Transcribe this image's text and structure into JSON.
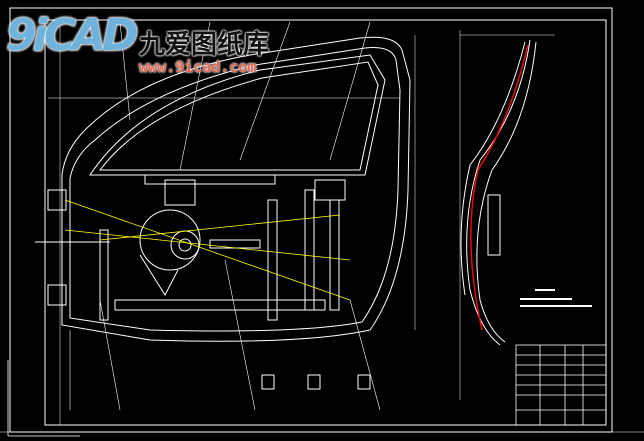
{
  "watermark": {
    "logo_mark": "9iCAD",
    "site_name": "九爱图纸库",
    "url": "www.9icad.com"
  },
  "drawing": {
    "subject": "car-front-door-window-regulator-assembly",
    "colors": {
      "background": "#000000",
      "lines": "#ffffff",
      "guide": "#ffff00",
      "highlight": "#ff0000"
    }
  }
}
